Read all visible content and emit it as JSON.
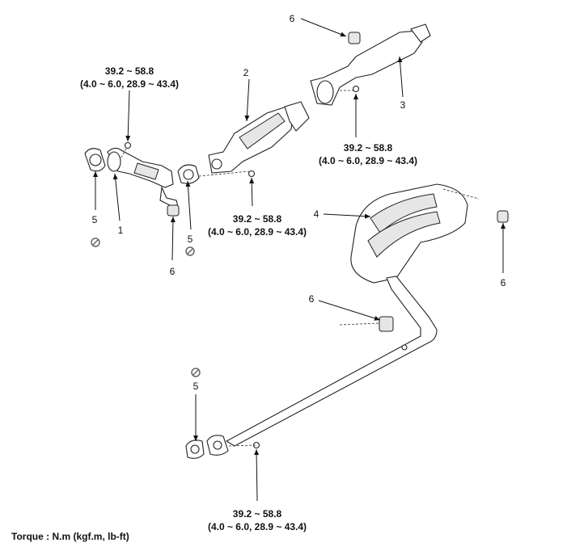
{
  "torques": [
    {
      "value": "39.2 ~ 58.8",
      "alt": "(4.0 ~ 6.0, 28.9 ~ 43.4)"
    },
    {
      "value": "39.2 ~ 58.8",
      "alt": "(4.0 ~ 6.0, 28.9 ~ 43.4)"
    },
    {
      "value": "39.2 ~ 58.8",
      "alt": "(4.0 ~ 6.0, 28.9 ~ 43.4)"
    },
    {
      "value": "39.2 ~ 58.8",
      "alt": "(4.0 ~ 6.0, 28.9 ~ 43.4)"
    }
  ],
  "callouts": [
    "6",
    "2",
    "3",
    "5",
    "1",
    "5",
    "6",
    "4",
    "6",
    "6",
    "5"
  ],
  "footer": "Torque : N.m (kgf.m, lb-ft)"
}
